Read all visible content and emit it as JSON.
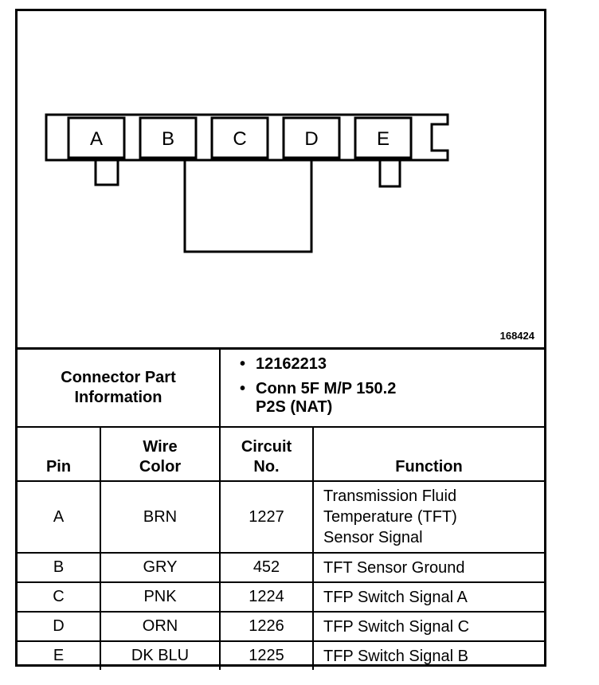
{
  "diagram": {
    "pins": [
      "A",
      "B",
      "C",
      "D",
      "E"
    ],
    "figure_id": "168424"
  },
  "connector": {
    "label_line1": "Connector Part",
    "label_line2": "Information",
    "part_numbers": [
      "12162213",
      "Conn 5F M/P 150.2",
      "P2S (NAT)"
    ]
  },
  "headers": {
    "pin": "Pin",
    "wire_line1": "Wire",
    "wire_line2": "Color",
    "circuit_line1": "Circuit",
    "circuit_line2": "No.",
    "function": "Function"
  },
  "rows": [
    {
      "pin": "A",
      "color": "BRN",
      "circuit": "1227",
      "function_lines": [
        "Transmission Fluid",
        "Temperature (TFT)",
        "Sensor Signal"
      ]
    },
    {
      "pin": "B",
      "color": "GRY",
      "circuit": "452",
      "function_lines": [
        "TFT Sensor Ground"
      ]
    },
    {
      "pin": "C",
      "color": "PNK",
      "circuit": "1224",
      "function_lines": [
        "TFP Switch Signal A"
      ]
    },
    {
      "pin": "D",
      "color": "ORN",
      "circuit": "1226",
      "function_lines": [
        "TFP Switch Signal C"
      ]
    },
    {
      "pin": "E",
      "color": "DK BLU",
      "circuit": "1225",
      "function_lines": [
        "TFP Switch Signal B"
      ]
    }
  ]
}
